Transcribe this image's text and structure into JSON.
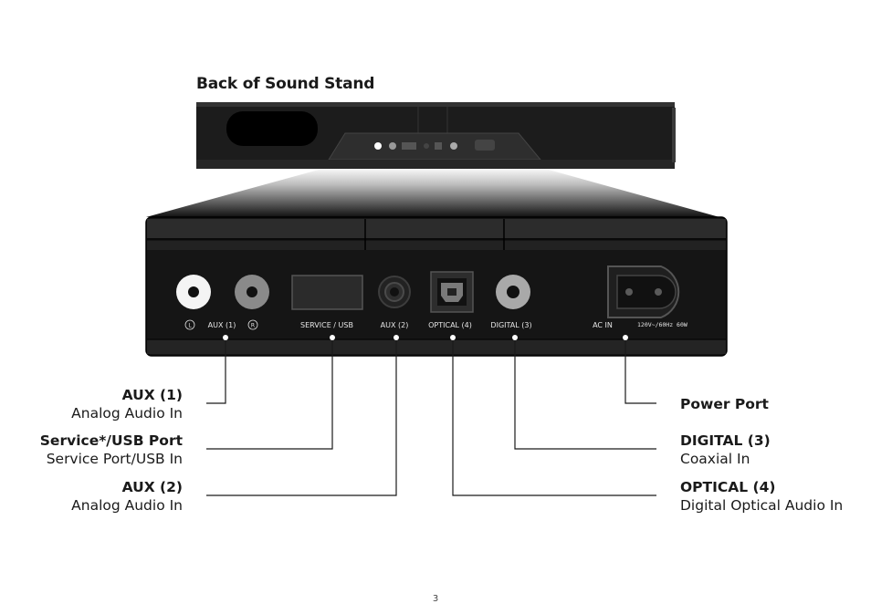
{
  "title": "Back of Sound Stand",
  "panel_labels": {
    "l": "L",
    "aux1": "AUX (1)",
    "r": "R",
    "service_usb": "SERVICE / USB",
    "aux2": "AUX (2)",
    "optical": "OPTICAL (4)",
    "digital": "DIGITAL (3)",
    "ac_in": "AC IN",
    "rating": "120V~/60Hz  60W"
  },
  "callouts": {
    "aux1": {
      "heading": "AUX (1)",
      "sub": "Analog Audio In"
    },
    "service": {
      "heading": "Service*/USB Port",
      "sub": "Service Port/USB In"
    },
    "aux2": {
      "heading": "AUX (2)",
      "sub": "Analog Audio In"
    },
    "power": {
      "heading": "Power Port"
    },
    "digital": {
      "heading": "DIGITAL (3)",
      "sub": "Coaxial In"
    },
    "optical": {
      "heading": "OPTICAL (4)",
      "sub": "Digital Optical Audio In"
    }
  },
  "page_number": "3"
}
